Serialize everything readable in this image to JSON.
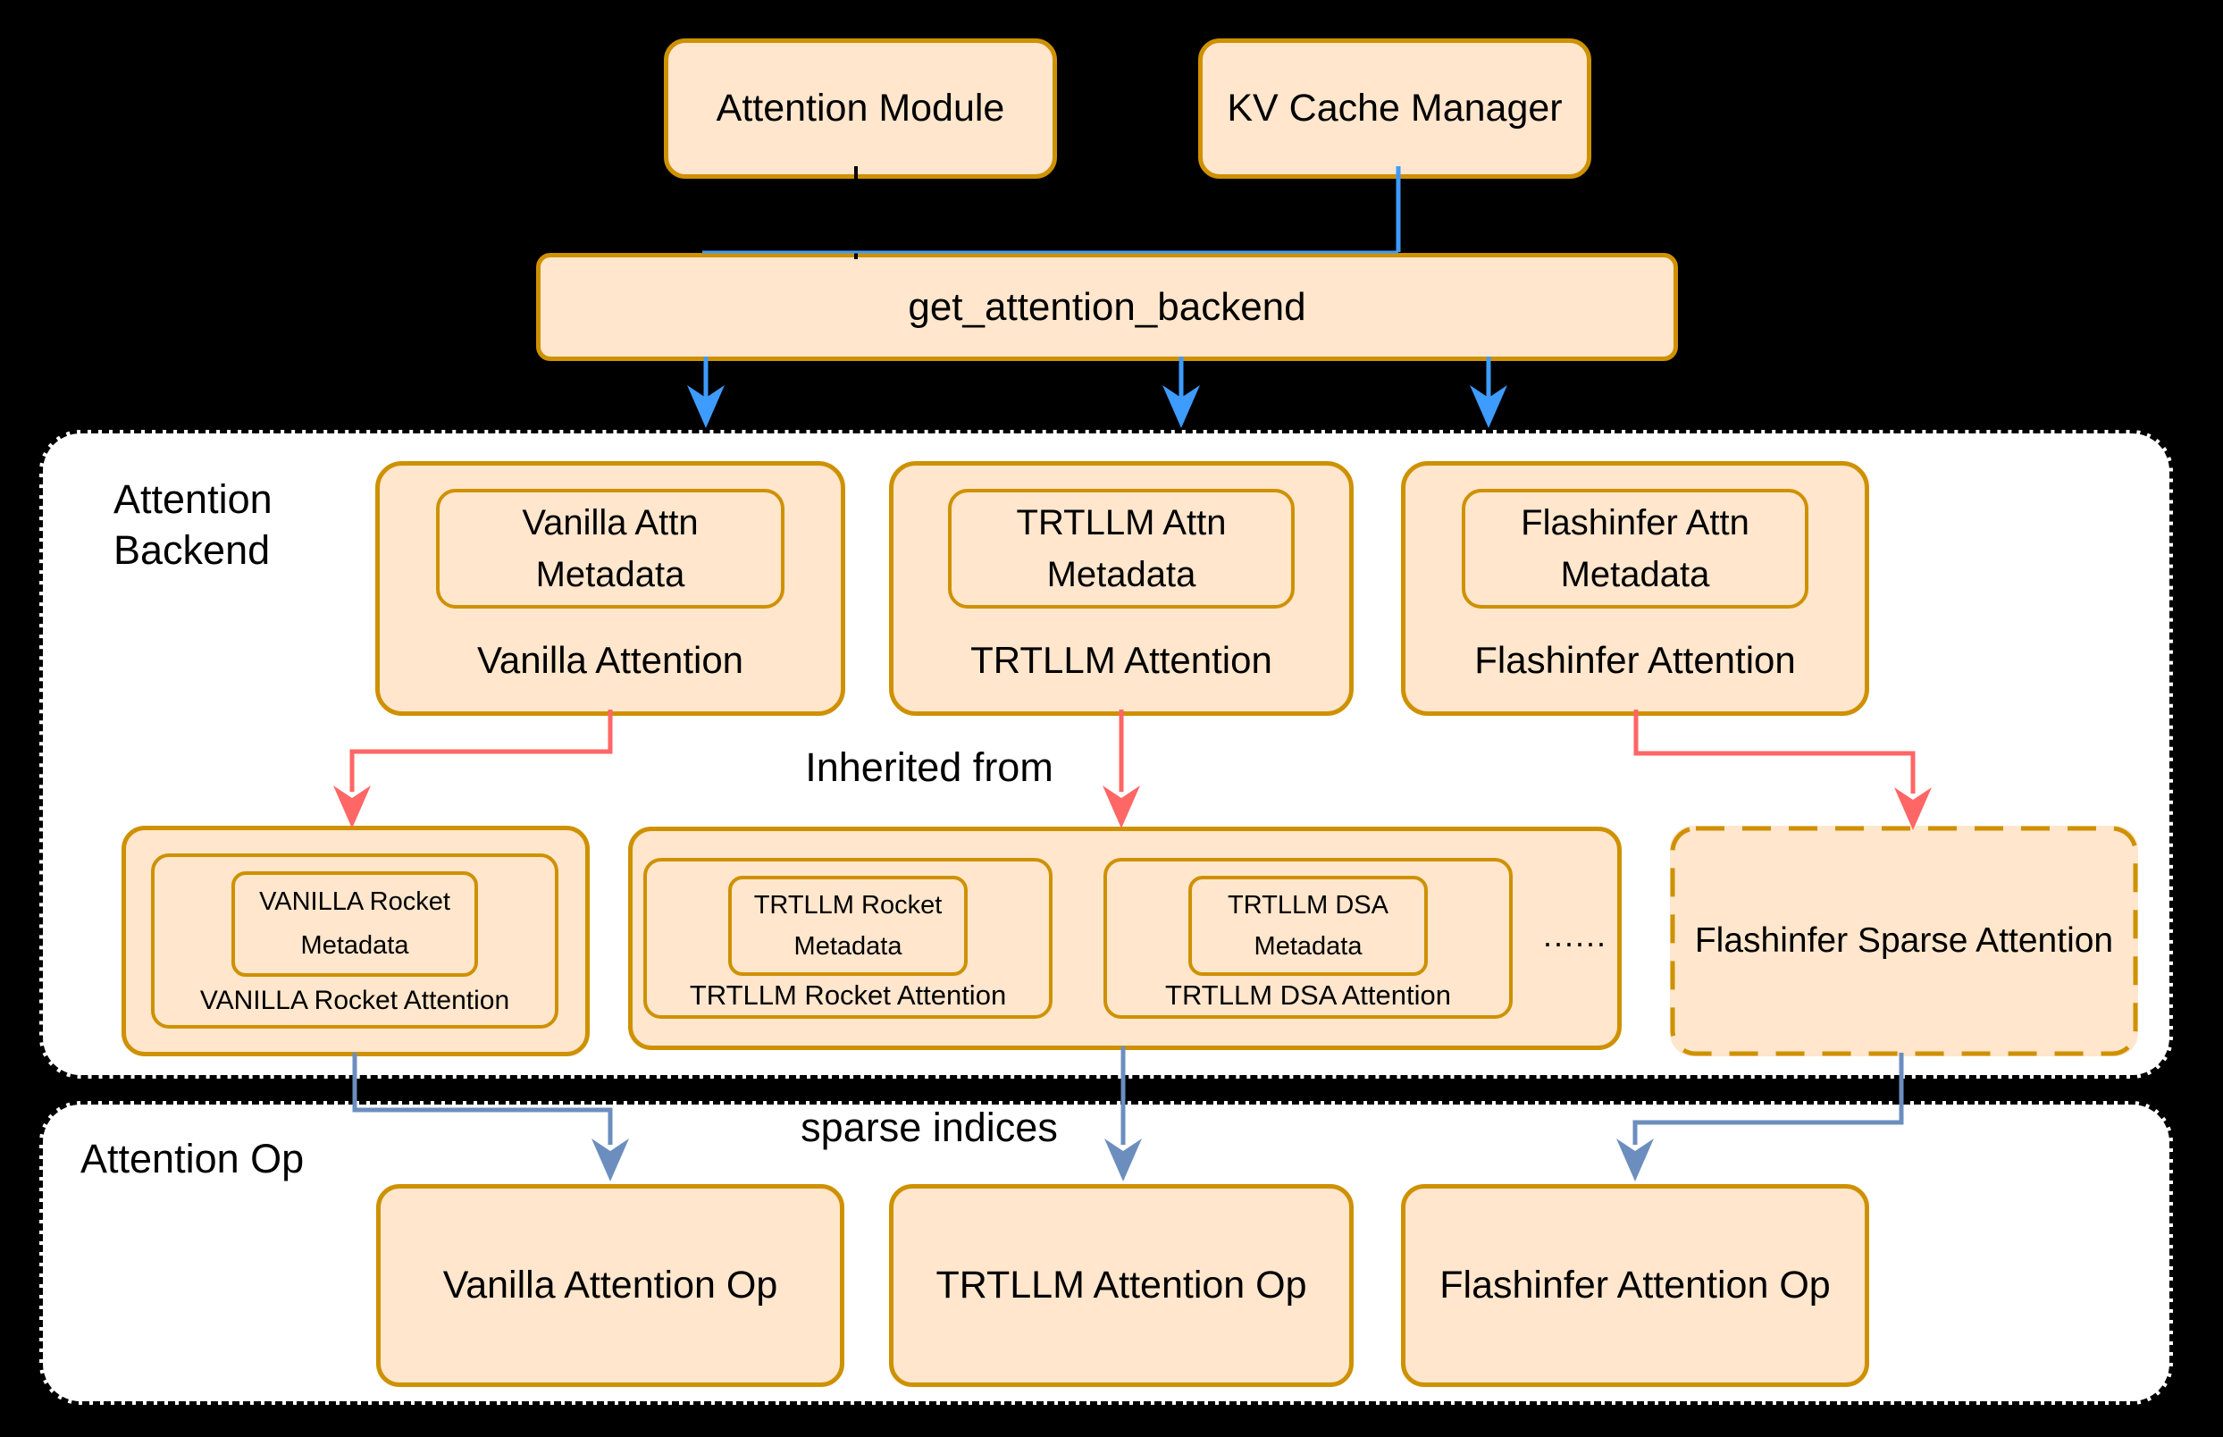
{
  "colors": {
    "canvas-bg": "#000000",
    "container-fill": "#FFFFFF",
    "container-border": "#000000",
    "box-fill": "#FFE6CC",
    "box-border": "#CE9100",
    "text-color": "#000000",
    "arrow-blue": "#3E9BFF",
    "arrow-red": "#FF6666",
    "arrow-steel": "#6C8EBF"
  },
  "top": {
    "attention_module": "Attention Module",
    "kv_cache_manager": "KV Cache Manager",
    "get_attention_backend": "get_attention_backend"
  },
  "backend_section": {
    "title_line1": "Attention",
    "title_line2": "Backend",
    "inherited_from": "Inherited from",
    "backends": [
      {
        "meta1": "Vanilla Attn",
        "meta2": "Metadata",
        "label": "Vanilla Attention"
      },
      {
        "meta1": "TRTLLM Attn",
        "meta2": "Metadata",
        "label": "TRTLLM Attention"
      },
      {
        "meta1": "Flashinfer Attn",
        "meta2": "Metadata",
        "label": "Flashinfer Attention"
      }
    ],
    "derived": {
      "vanilla_rocket": {
        "meta1": "VANILLA Rocket",
        "meta2": "Metadata",
        "label": "VANILLA Rocket Attention"
      },
      "trtllm_rocket": {
        "meta1": "TRTLLM Rocket",
        "meta2": "Metadata",
        "label": "TRTLLM Rocket Attention"
      },
      "trtllm_dsa": {
        "meta1": "TRTLLM DSA",
        "meta2": "Metadata",
        "label": "TRTLLM DSA Attention"
      },
      "ellipsis": "......",
      "flashinfer_sparse": "Flashinfer Sparse Attention"
    }
  },
  "op_section": {
    "title": "Attention Op",
    "sparse_indices": "sparse indices",
    "ops": [
      {
        "label": "Vanilla Attention Op"
      },
      {
        "label": "TRTLLM Attention Op"
      },
      {
        "label": "Flashinfer Attention Op"
      }
    ]
  }
}
